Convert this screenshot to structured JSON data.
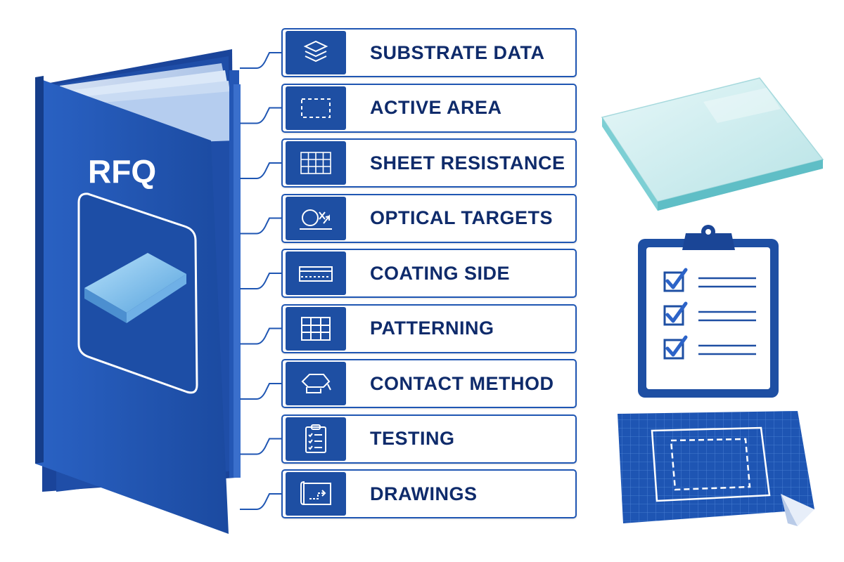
{
  "binder": {
    "title": "RFQ"
  },
  "sections": [
    {
      "label": "SUBSTRATE DATA",
      "icon": "layers-icon"
    },
    {
      "label": "ACTIVE AREA",
      "icon": "dashed-rect-icon"
    },
    {
      "label": "SHEET RESISTANCE",
      "icon": "grid-icon"
    },
    {
      "label": "OPTICAL TARGETS",
      "icon": "optical-icon"
    },
    {
      "label": "COATING SIDE",
      "icon": "coating-icon"
    },
    {
      "label": "PATTERNING",
      "icon": "pattern-grid-icon"
    },
    {
      "label": "CONTACT METHOD",
      "icon": "contact-icon"
    },
    {
      "label": "TESTING",
      "icon": "clipboard-icon"
    },
    {
      "label": "DRAWINGS",
      "icon": "drawing-icon"
    }
  ],
  "colors": {
    "primary": "#1e4fa3",
    "border": "#1f56b3",
    "text": "#0f2b6b",
    "glass": "#8fd8dd"
  }
}
